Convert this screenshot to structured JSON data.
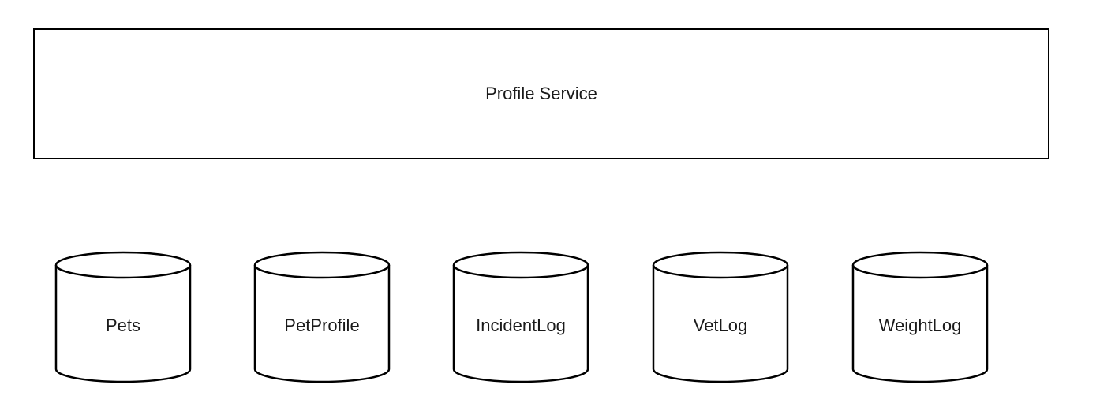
{
  "service": {
    "label": "Profile Service"
  },
  "databases": [
    {
      "label": "Pets"
    },
    {
      "label": "PetProfile"
    },
    {
      "label": "IncidentLog"
    },
    {
      "label": "VetLog"
    },
    {
      "label": "WeightLog"
    }
  ],
  "colors": {
    "stroke": "#000000",
    "fill": "#ffffff",
    "text": "#1a1a1a"
  }
}
